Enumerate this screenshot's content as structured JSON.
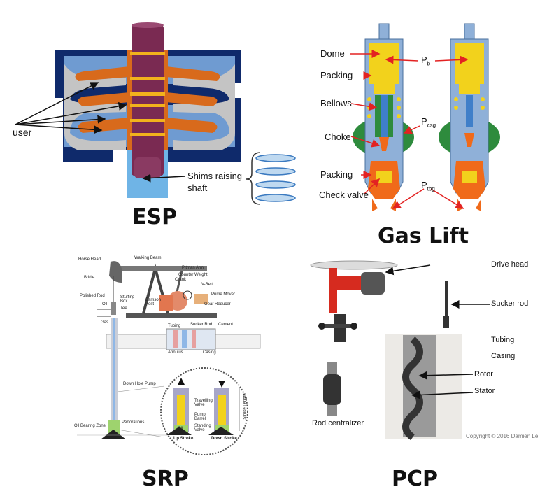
{
  "esp": {
    "title": "ESP",
    "labels": {
      "user": "user",
      "shims_line1": "Shims raising",
      "shims_line2": "shaft"
    }
  },
  "gas_lift": {
    "title": "Gas Lift",
    "labels": {
      "dome": "Dome",
      "packing_top": "Packing",
      "bellows": "Bellows",
      "choke": "Choke",
      "packing_bottom": "Packing",
      "check_valve": "Check valve",
      "pb": "P",
      "pb_sub": "b",
      "pcsg": "P",
      "pcsg_sub": "csg",
      "ptbg": "P",
      "ptbg_sub": "tbg"
    }
  },
  "srp": {
    "title": "SRP",
    "labels": {
      "horse_head": "Horse Head",
      "walking_beam": "Walking Beam",
      "pitman_arm": "Pitman Arm",
      "counter_weight": "Counter Weight",
      "crank": "Crank",
      "v_belt": "V-Belt",
      "bridle": "Bridle",
      "samson_post": "Samson Post",
      "prime_mover": "Prime Mover",
      "polished_rod": "Polished Rod",
      "stuffing_box": "Stuffing Box",
      "gear_reducer": "Gear Reducer",
      "oil": "Oil",
      "tee": "Tee",
      "gas": "Gas",
      "tubing": "Tubing",
      "sucker_rod": "Sucker Rod",
      "cement": "Cement",
      "annulus": "Annulus",
      "casing": "Casing",
      "down_hole_pump": "Down Hole Pump",
      "oil_bearing_zone": "Oil Bearing Zone",
      "perforations": "Perforations",
      "travelling_valve": "Travelling Valve",
      "pump_barrel": "Pump Barrel",
      "standing_valve": "Standing Valve",
      "stroke_length": "Stroke Length",
      "up_stroke": "Up Stroke",
      "down_stroke": "Down Stroke",
      "oil_tag": "Oil"
    }
  },
  "pcp": {
    "title": "PCP",
    "labels": {
      "drive_head": "Drive head",
      "sucker_rod": "Sucker rod",
      "tubing": "Tubing",
      "casing": "Casing",
      "rotor": "Rotor",
      "stator": "Stator",
      "rod_centralizer": "Rod centralizer",
      "copyright": "Copyright © 2016 Damien Lé"
    }
  },
  "colors": {
    "esp_blue": "#0f2a6b",
    "esp_light_blue": "#6f9bd1",
    "esp_grey": "#c4c4c4",
    "esp_orange": "#d86a1c",
    "esp_shaft": "#7a2a52",
    "esp_shim": "#bfd9f0",
    "gl_body": "#8fb0d8",
    "gl_dome": "#f2d21c",
    "gl_green": "#2e8b3d",
    "gl_orange": "#f06a1a",
    "arrow_red": "#e32222",
    "pump_red": "#d62b1f"
  }
}
